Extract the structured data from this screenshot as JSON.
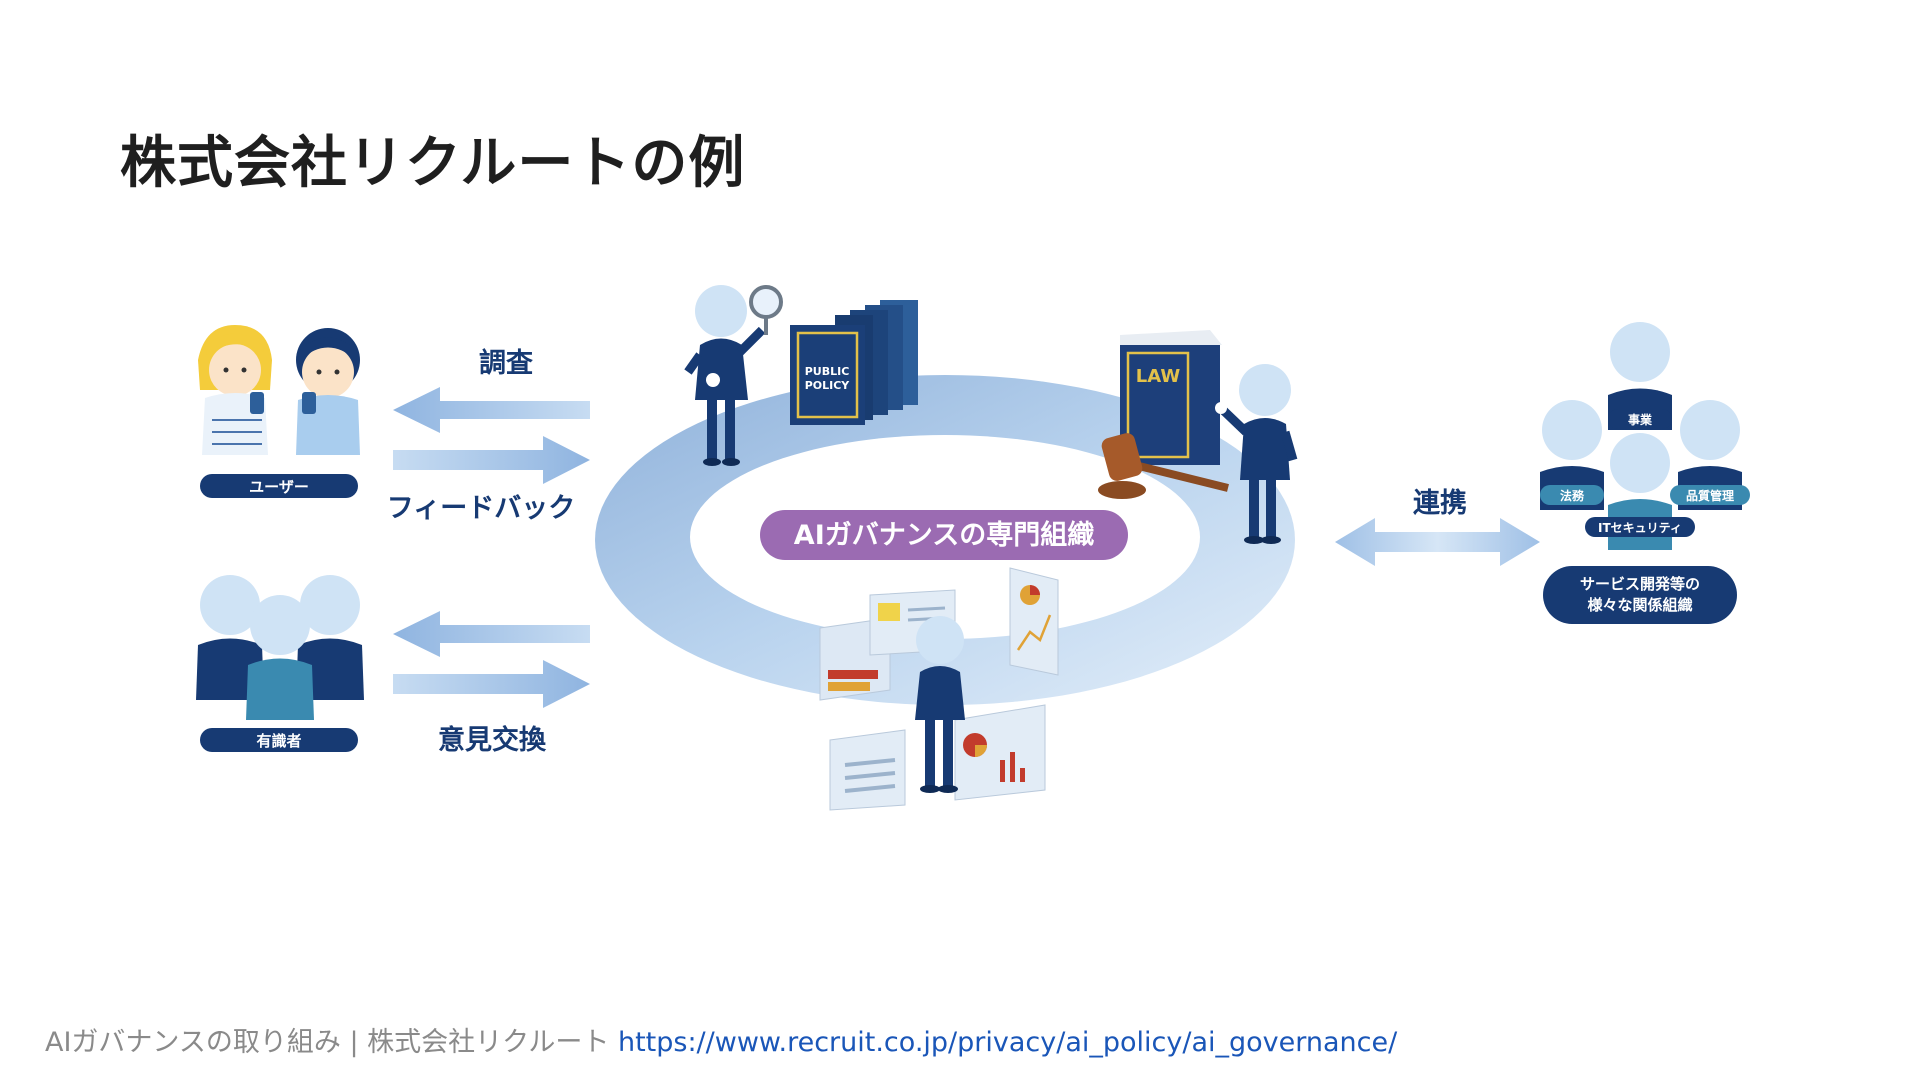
{
  "title": "株式会社リクルートの例",
  "left": {
    "users_label": "ユーザー",
    "experts_label": "有識者",
    "survey_label": "調査",
    "feedback_label": "フィードバック",
    "opinion_label": "意見交換"
  },
  "center": {
    "org_label": "AIガバナンスの専門組織",
    "policy_book_line1": "PUBLIC",
    "policy_book_line2": "POLICY",
    "law_book": "LAW"
  },
  "right": {
    "link_label": "連携",
    "node_business": "事業",
    "node_legal": "法務",
    "node_quality": "品質管理",
    "node_it": "ITセキュリティ",
    "caption_line1": "サービス開発等の",
    "caption_line2": "様々な関係組織"
  },
  "footer": {
    "source_text": "AIガバナンスの取り組み | 株式会社リクルート",
    "source_url": "https://www.recruit.co.jp/privacy/ai_policy/ai_governance/"
  },
  "colors": {
    "navy": "#173a73",
    "ring_light": "#dbe9f7",
    "ring_dark": "#9bbbe0",
    "arrow": "#a9c8ea",
    "org_purple": "#9b6bb2",
    "head": "#cfe3f5",
    "law_book": "#1d3f7a"
  }
}
